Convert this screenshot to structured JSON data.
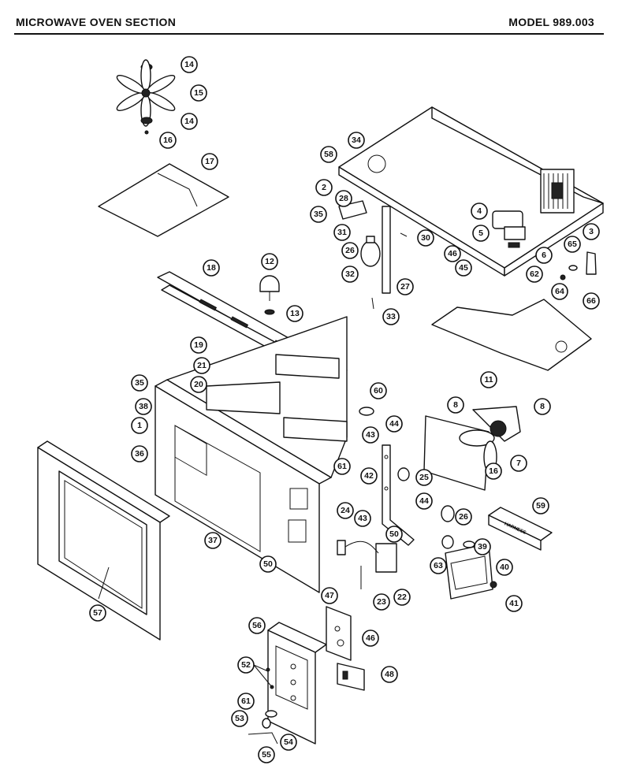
{
  "header": {
    "section_title": "MICROWAVE OVEN SECTION",
    "model_label": "MODEL 989.003"
  },
  "parts": {
    "p1": "1",
    "p2": "2",
    "p3": "3",
    "p4": "4",
    "p5": "5",
    "p6": "6",
    "p7": "7",
    "p8a": "8",
    "p8b": "8",
    "p11": "11",
    "p12": "12",
    "p13": "13",
    "p14a": "14",
    "p14b": "14",
    "p15": "15",
    "p16": "16",
    "p17": "17",
    "p18": "18",
    "p19": "19",
    "p20": "20",
    "p21": "21",
    "p22": "22",
    "p23": "23",
    "p24": "24",
    "p25": "25",
    "p26a": "26",
    "p26b": "26",
    "p27": "27",
    "p28": "28",
    "p30": "30",
    "p31": "31",
    "p32": "32",
    "p33": "33",
    "p34": "34",
    "p35a": "35",
    "p35b": "35",
    "p36": "36",
    "p37": "37",
    "p38": "38",
    "p39": "39",
    "p40": "40",
    "p41": "41",
    "p42": "42",
    "p43a": "43",
    "p43b": "43",
    "p44a": "44",
    "p44b": "44",
    "p45": "45",
    "p46a": "46",
    "p46b": "46",
    "p47": "47",
    "p48": "48",
    "p50a": "50",
    "p50b": "50",
    "p52": "52",
    "p53": "53",
    "p54": "54",
    "p55": "55",
    "p56": "56",
    "p57": "57",
    "p58": "58",
    "p59": "59",
    "p60": "60",
    "p61a": "61",
    "p61b": "61",
    "p62": "62",
    "p63": "63",
    "p64": "64",
    "p65": "65",
    "p66": "66"
  },
  "nameplate_text": "HARNESS"
}
